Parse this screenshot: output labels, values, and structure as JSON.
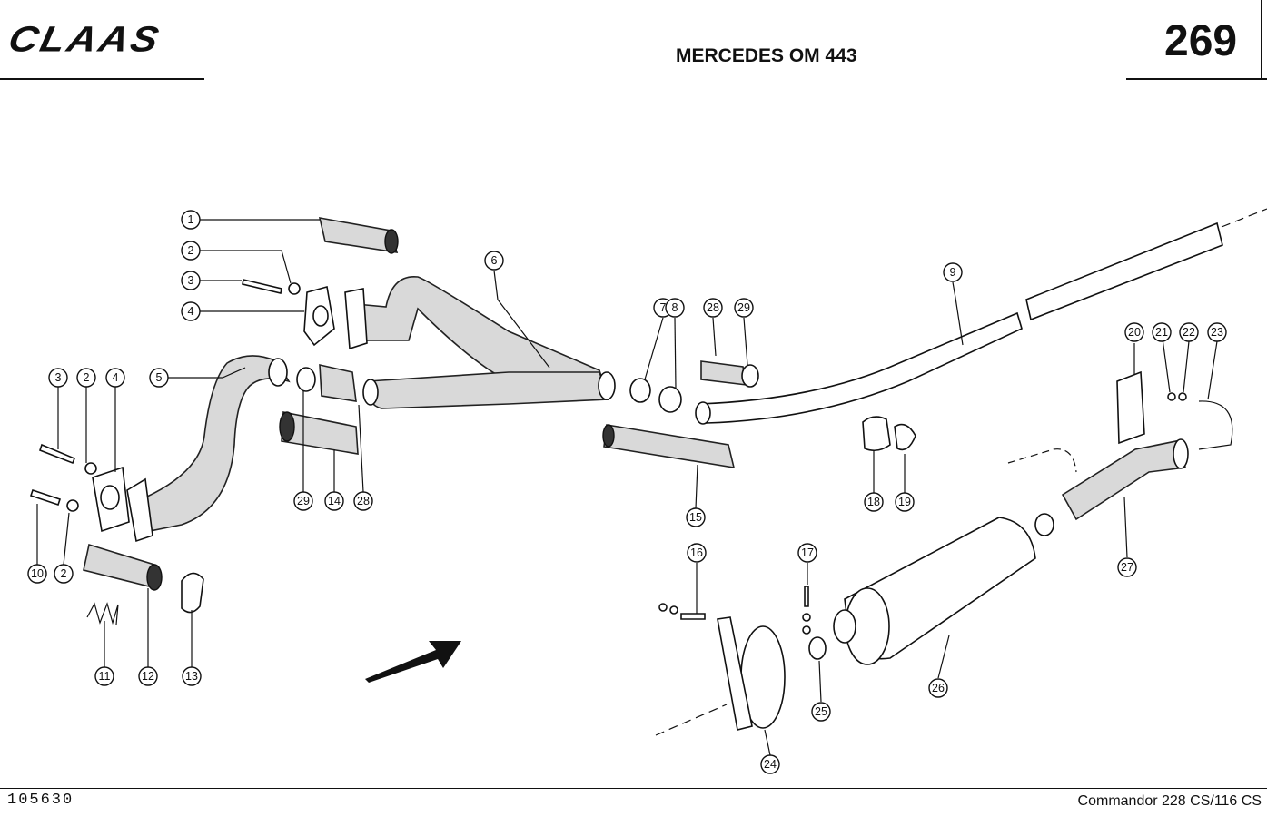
{
  "header": {
    "brand": "CLAAS",
    "title": "MERCEDES OM 443",
    "page_number": "269"
  },
  "footer": {
    "document_number": "105630",
    "model": "Commandor  228 CS/116 CS"
  },
  "callouts": [
    "1",
    "2",
    "3",
    "4",
    "2",
    "3",
    "4",
    "5",
    "6",
    "7",
    "8",
    "28",
    "29",
    "9",
    "10",
    "2",
    "11",
    "12",
    "13",
    "29",
    "14",
    "28",
    "15",
    "16",
    "17",
    "18",
    "19",
    "20",
    "21",
    "22",
    "23",
    "24",
    "25",
    "26",
    "27"
  ]
}
